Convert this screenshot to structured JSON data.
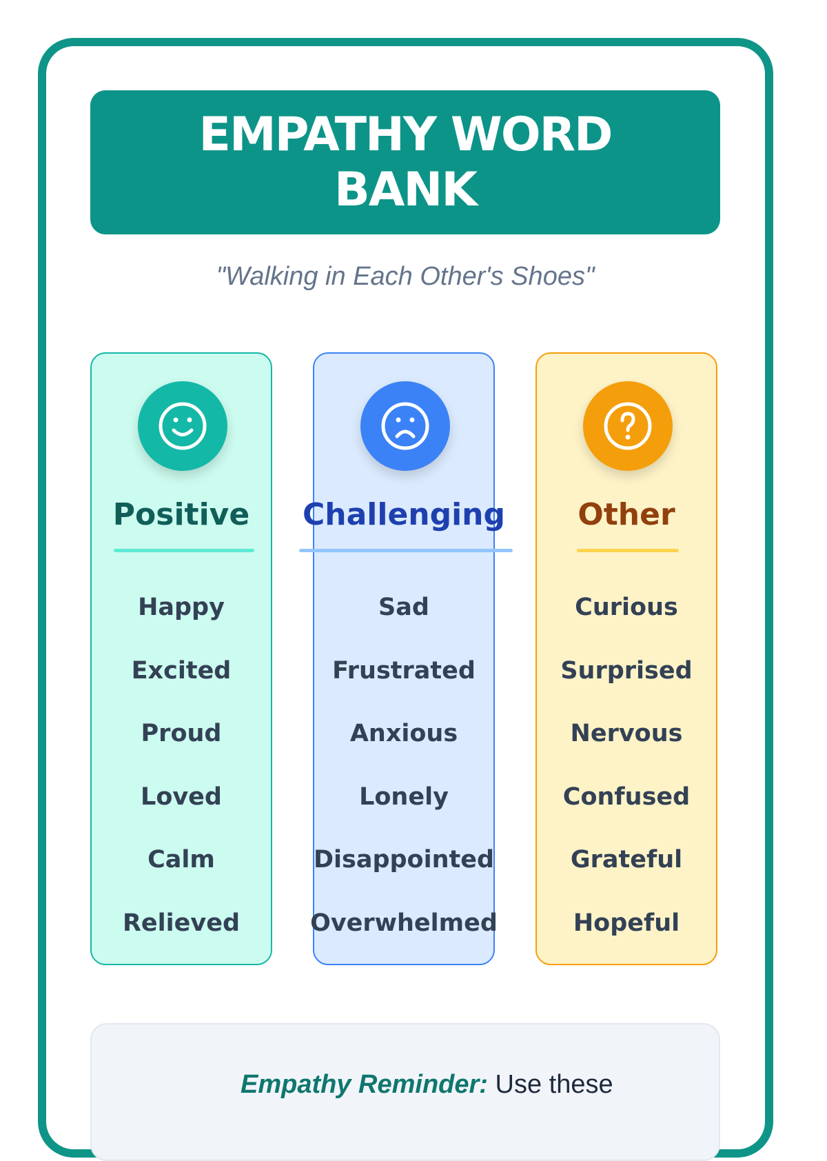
{
  "title": "EMPATHY WORD BANK",
  "subtitle": "\"Walking in Each Other's Shoes\"",
  "columns": [
    {
      "heading": "Positive",
      "icon": "smile-icon",
      "color": "#14b8a6",
      "heading_color": "#115e59",
      "underline": "#5eead4",
      "words": [
        "Happy",
        "Excited",
        "Proud",
        "Loved",
        "Calm",
        "Relieved"
      ]
    },
    {
      "heading": "Challenging",
      "icon": "frown-icon",
      "color": "#3b82f6",
      "heading_color": "#1e40af",
      "underline": "#93c5fd",
      "words": [
        "Sad",
        "Frustrated",
        "Anxious",
        "Lonely",
        "Disappointed",
        "Overwhelmed"
      ]
    },
    {
      "heading": "Other",
      "icon": "question-icon",
      "color": "#f59e0b",
      "heading_color": "#92400e",
      "underline": "#fcd34d",
      "words": [
        "Curious",
        "Surprised",
        "Nervous",
        "Confused",
        "Grateful",
        "Hopeful"
      ]
    }
  ],
  "reminder": {
    "label": "Empathy Reminder:",
    "text": " Use these"
  }
}
